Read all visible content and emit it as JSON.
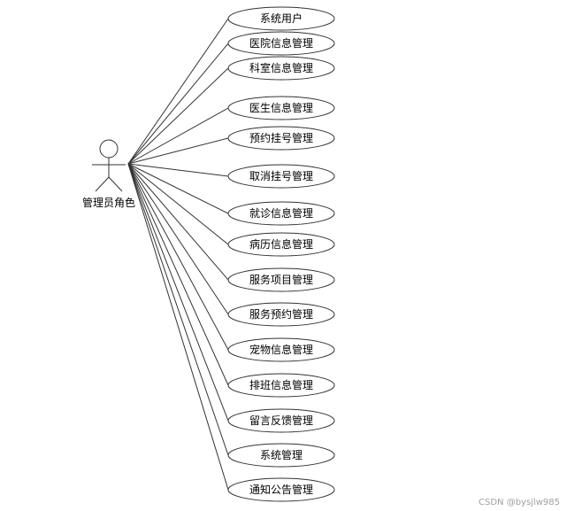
{
  "actor": {
    "label": "管理员角色"
  },
  "use_cases": [
    {
      "label": "系统用户"
    },
    {
      "label": "医院信息管理"
    },
    {
      "label": "科室信息管理"
    },
    {
      "label": "医生信息管理"
    },
    {
      "label": "预约挂号管理"
    },
    {
      "label": "取消挂号管理"
    },
    {
      "label": "就诊信息管理"
    },
    {
      "label": "病历信息管理"
    },
    {
      "label": "服务项目管理"
    },
    {
      "label": "服务预约管理"
    },
    {
      "label": "宠物信息管理"
    },
    {
      "label": "排班信息管理"
    },
    {
      "label": "留言反馈管理"
    },
    {
      "label": "系统管理"
    },
    {
      "label": "通知公告管理"
    }
  ],
  "watermark": {
    "text": "CSDN @bysjlw985"
  },
  "colors": {
    "stroke": "#333333",
    "background": "#ffffff"
  }
}
